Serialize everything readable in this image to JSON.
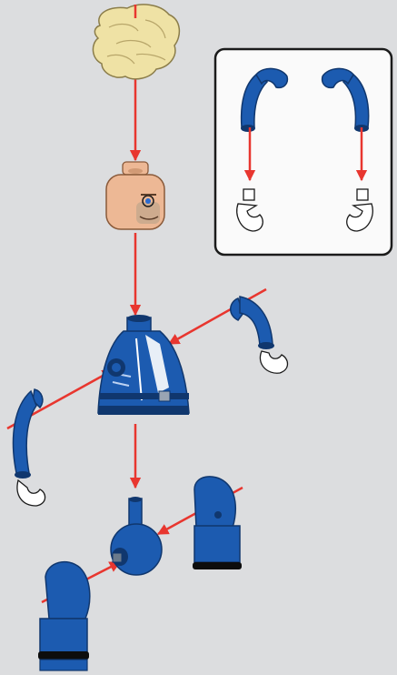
{
  "colors": {
    "background": "#dcdddf",
    "arrow": "#e8362f",
    "blue": "#1c5bb0",
    "blue_dark": "#10376e",
    "hair": "#efe2a5",
    "skin": "#edb895",
    "white_hand": "#ffffff",
    "outline": "#1b1b1b",
    "inset_border": "#1b1b1b",
    "inset_fill": "#ffffff"
  },
  "parts": [
    {
      "name": "hair-piece",
      "icon": "hair-icon"
    },
    {
      "name": "head",
      "icon": "minifig-head-icon"
    },
    {
      "name": "torso",
      "icon": "minifig-torso-icon"
    },
    {
      "name": "left-arm",
      "icon": "minifig-arm-icon"
    },
    {
      "name": "right-arm",
      "icon": "minifig-arm-icon"
    },
    {
      "name": "hip-joint",
      "icon": "minifig-hip-icon"
    },
    {
      "name": "left-leg",
      "icon": "minifig-leg-icon"
    },
    {
      "name": "right-leg",
      "icon": "minifig-leg-icon"
    }
  ],
  "inset": {
    "name": "hand-attachment-detail",
    "contents": [
      "arm",
      "hand",
      "arm",
      "hand"
    ]
  },
  "steps_shown": 1
}
